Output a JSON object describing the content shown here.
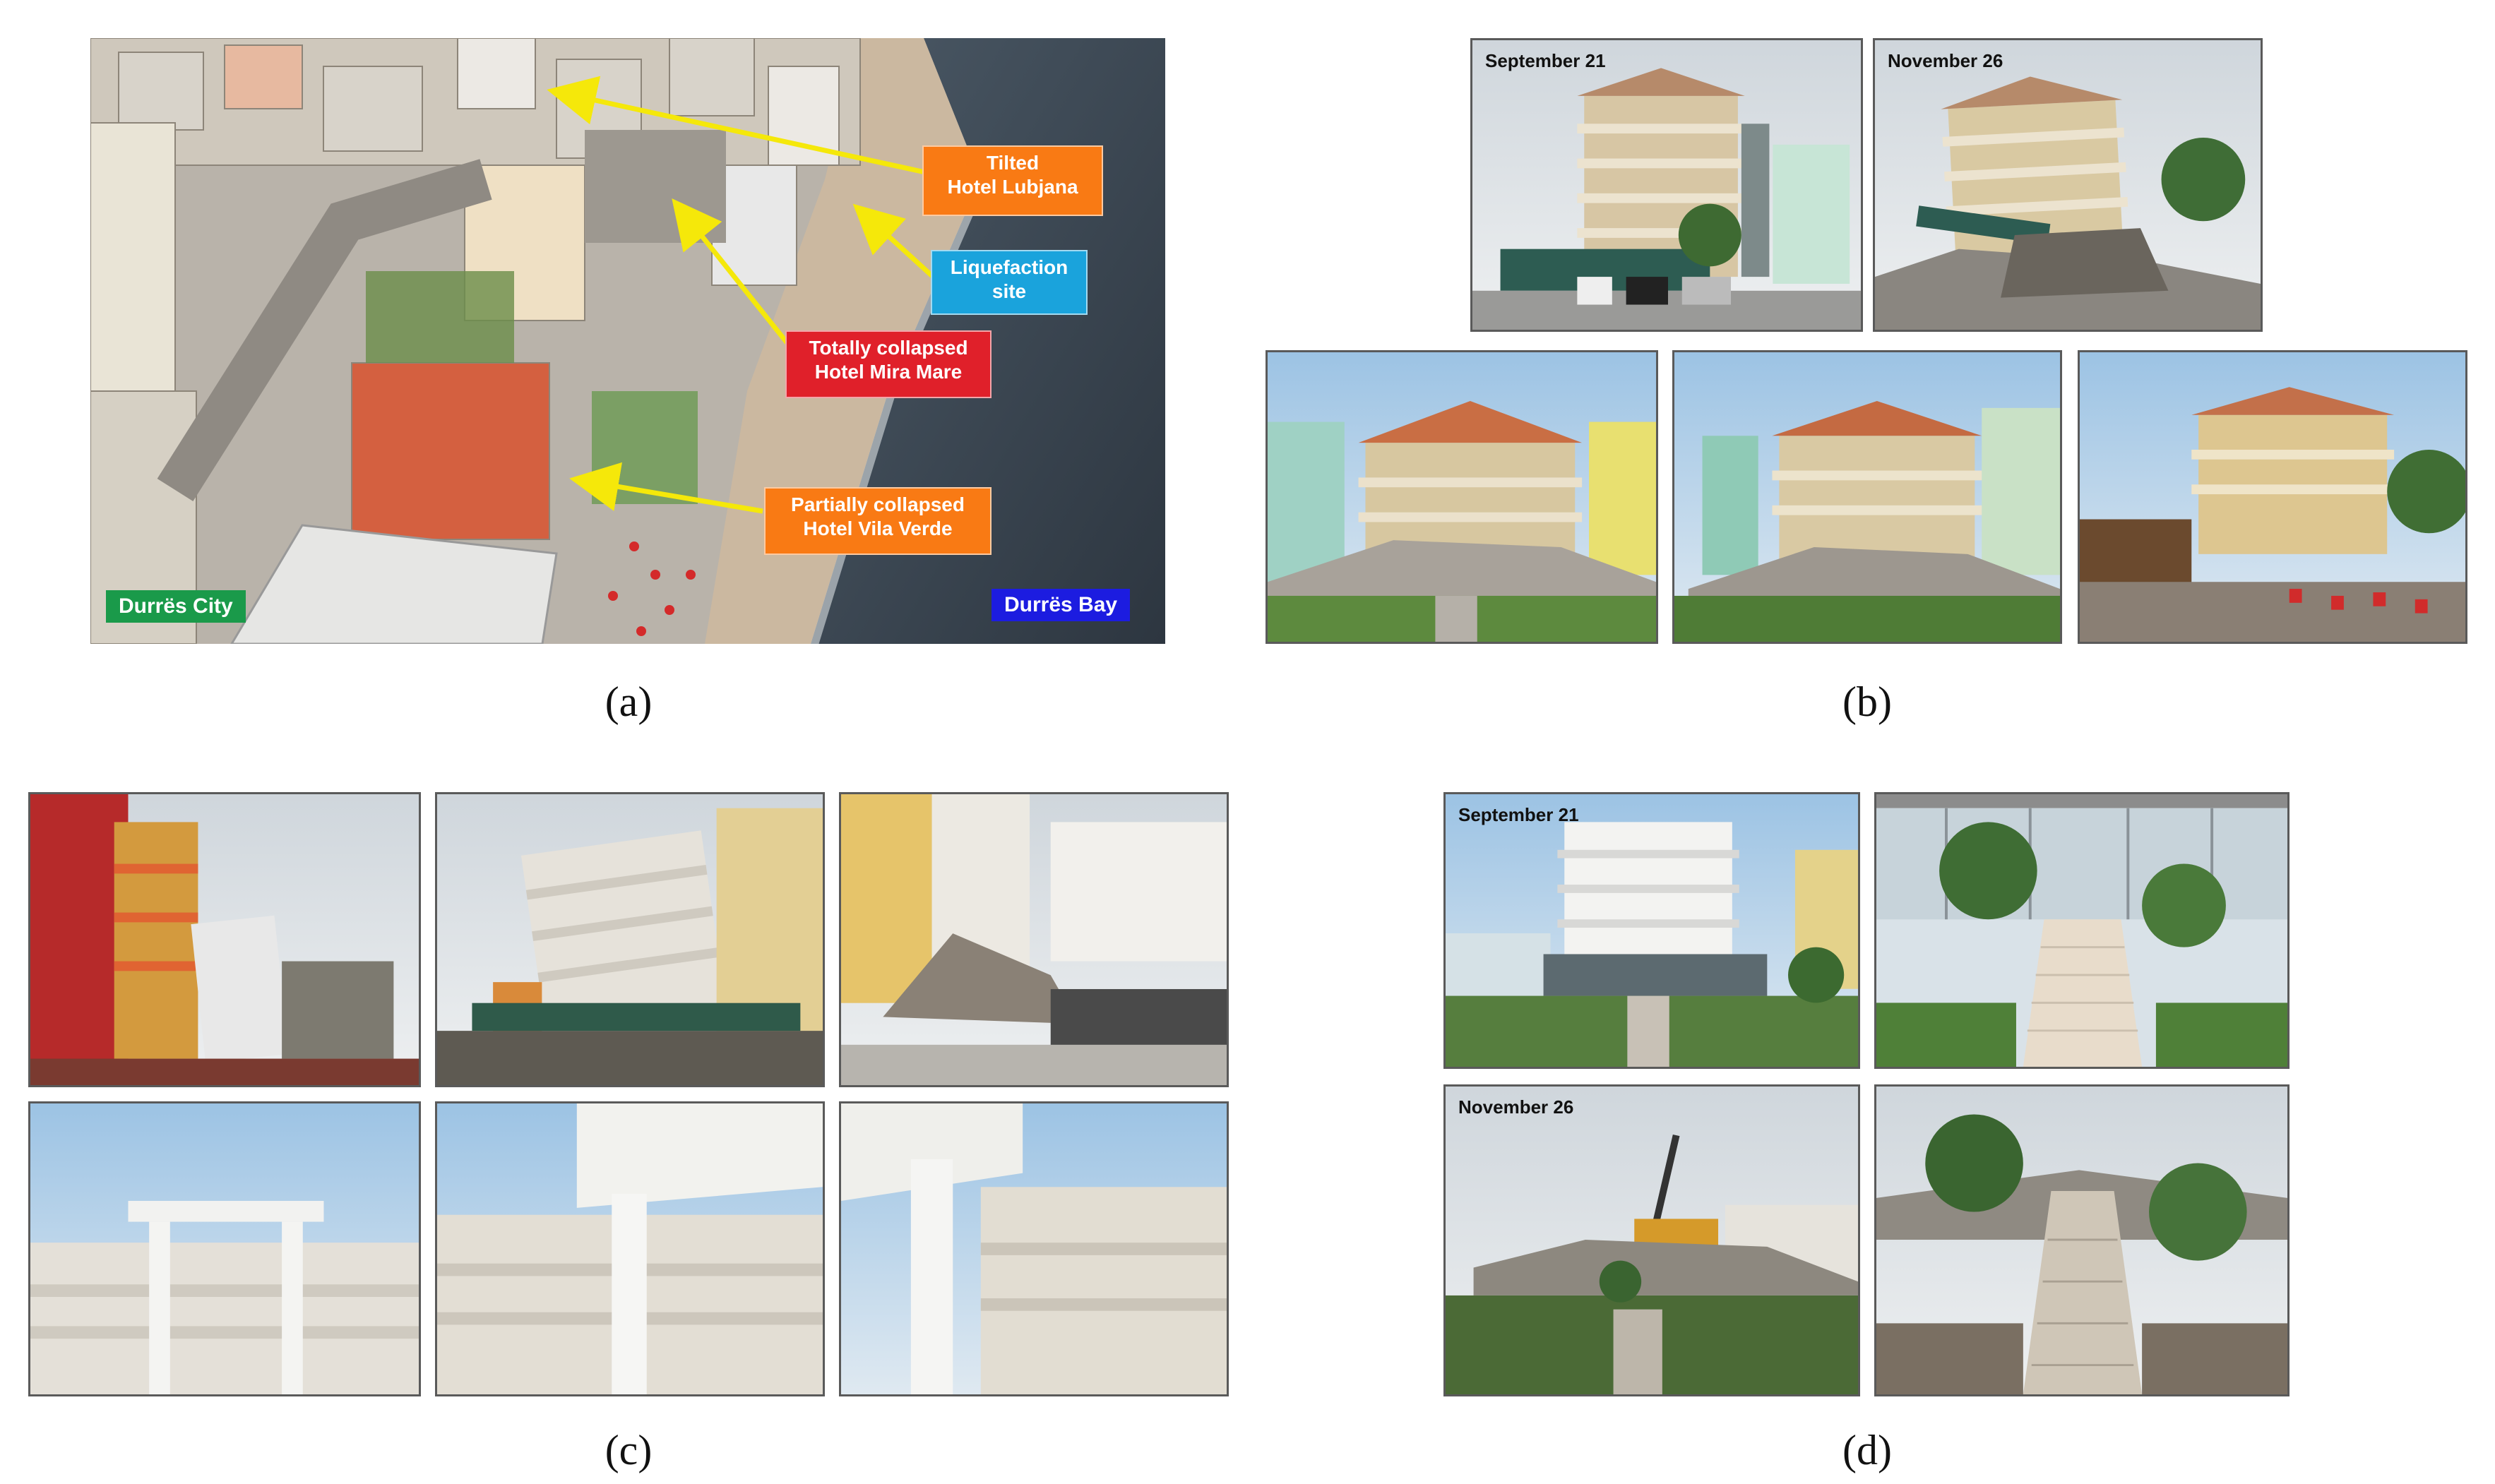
{
  "panels": {
    "a": {
      "caption": "(a)",
      "callouts": {
        "tilted": "Tilted\nHotel Lubjana",
        "liquefaction": "Liquefaction\nsite",
        "collapsed": "Totally collapsed\nHotel Mira Mare",
        "partial": "Partially collapsed\nHotel Vila Verde"
      },
      "city_label": "Durrës City",
      "bay_label": "Durrës Bay",
      "colors": {
        "orange": "#f97a14",
        "blue": "#1aa3dc",
        "red": "#e0202a",
        "green": "#1a9a4a",
        "navy": "#1c1ce0",
        "arrow": "#f5e80a"
      }
    },
    "b": {
      "caption": "(b)",
      "date_before": "September 21",
      "date_after": "November 26"
    },
    "c": {
      "caption": "(c)"
    },
    "d": {
      "caption": "(d)",
      "date_before": "September 21",
      "date_after": "November 26"
    }
  }
}
